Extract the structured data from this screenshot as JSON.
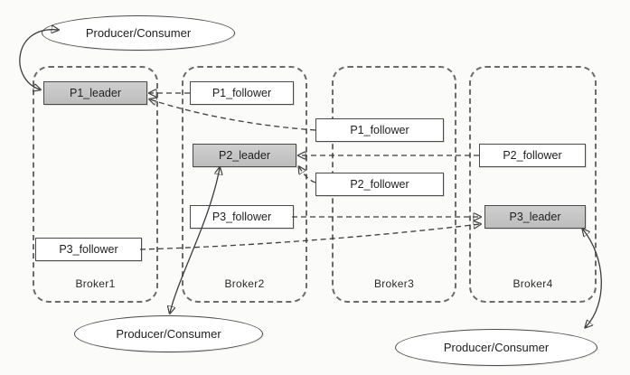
{
  "ellipses": {
    "top_left": {
      "label": "Producer/Consumer"
    },
    "bottom_middle": {
      "label": "Producer/Consumer"
    },
    "bottom_right": {
      "label": "Producer/Consumer"
    }
  },
  "brokers": [
    {
      "label": "Broker1",
      "partitions": [
        {
          "label": "P1_leader",
          "role": "leader"
        },
        {
          "label": "P3_follower",
          "role": "follower"
        }
      ]
    },
    {
      "label": "Broker2",
      "partitions": [
        {
          "label": "P1_follower",
          "role": "follower"
        },
        {
          "label": "P2_leader",
          "role": "leader"
        },
        {
          "label": "P3_follower",
          "role": "follower"
        }
      ]
    },
    {
      "label": "Broker3",
      "partitions": [
        {
          "label": "P1_follower",
          "role": "follower"
        },
        {
          "label": "P2_follower",
          "role": "follower"
        }
      ]
    },
    {
      "label": "Broker4",
      "partitions": [
        {
          "label": "P2_follower",
          "role": "follower"
        },
        {
          "label": "P3_leader",
          "role": "leader"
        }
      ]
    }
  ],
  "colors": {
    "leader_fill": "#c6c6c6",
    "follower_fill": "#ffffff",
    "line_stroke": "#3d3d3d"
  }
}
